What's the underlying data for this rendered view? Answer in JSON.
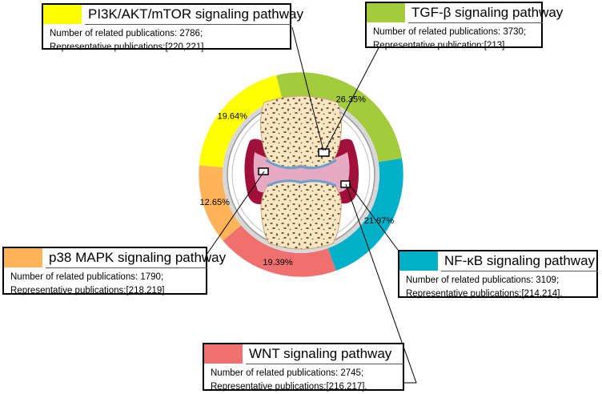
{
  "chart_data": {
    "type": "pie",
    "categories": [
      "TGF-β signaling pathway",
      "NF-κB signaling pathway",
      "WNT signaling pathway",
      "p38 MAPK signaling pathway",
      "PI3K/AKT/mTOR signaling pathway"
    ],
    "values": [
      26.35,
      21.97,
      19.39,
      12.65,
      19.64
    ],
    "labels": [
      "26.35%",
      "21.97%",
      "19.39%",
      "12.65%",
      "19.64%"
    ],
    "colors": [
      "#a4cb3c",
      "#00b0c8",
      "#f07070",
      "#ffb45a",
      "#ffff00"
    ]
  },
  "pathways": {
    "pi3k": {
      "title": "PI3K/AKT/mTOR signaling pathway",
      "count_label": "Number of related publications: 2786;",
      "pubs_label": "Representative publications:[220,221].",
      "color": "#ffff00"
    },
    "tgf": {
      "title": "TGF-β signaling pathway",
      "count_label": "Number of related publications: 3730;",
      "pubs_label": "Representative publication:[213].",
      "color": "#a4cb3c"
    },
    "p38": {
      "title": "p38 MAPK signaling pathway",
      "count_label": "Number of related publications: 1790;",
      "pubs_label": "Representative publications:[218,219]",
      "color": "#ffb45a"
    },
    "nfkb": {
      "title": "NF-κB signaling pathway",
      "count_label": "Number of related publications: 3109;",
      "pubs_label": "Representative publications:[214,214].",
      "color": "#00b0c8"
    },
    "wnt": {
      "title": "WNT signaling pathway",
      "count_label": "Number of related publications: 2745;",
      "pubs_label": "Representative publications:[216,217].",
      "color": "#f07070"
    }
  }
}
